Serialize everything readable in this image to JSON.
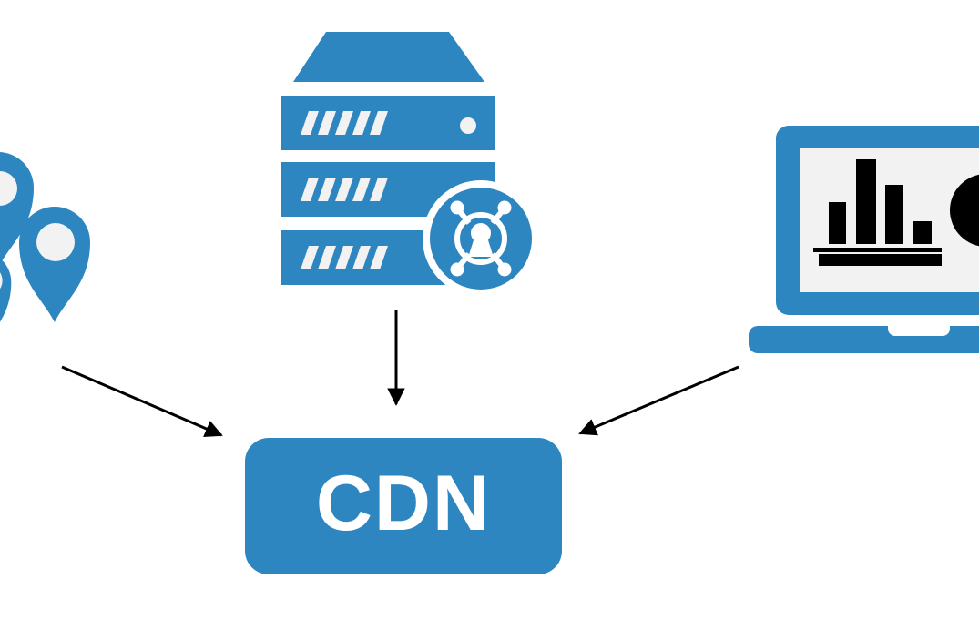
{
  "diagram": {
    "type": "flow-diagram",
    "cdn_node": {
      "label": "CDN",
      "shape": "rounded-rect"
    },
    "sources": [
      {
        "name": "edge-locations",
        "icon": "map-pins-icon"
      },
      {
        "name": "origin-server",
        "icon": "secure-server-icon"
      },
      {
        "name": "analytics-device",
        "icon": "analytics-laptop-icon"
      }
    ],
    "edges": [
      {
        "from": "edge-locations",
        "to": "cdn"
      },
      {
        "from": "origin-server",
        "to": "cdn"
      },
      {
        "from": "analytics-device",
        "to": "cdn"
      }
    ]
  },
  "colors": {
    "accent": "#2e86c1",
    "surface": "#f2f2f2",
    "ink": "#000000",
    "background": "#ffffff"
  }
}
